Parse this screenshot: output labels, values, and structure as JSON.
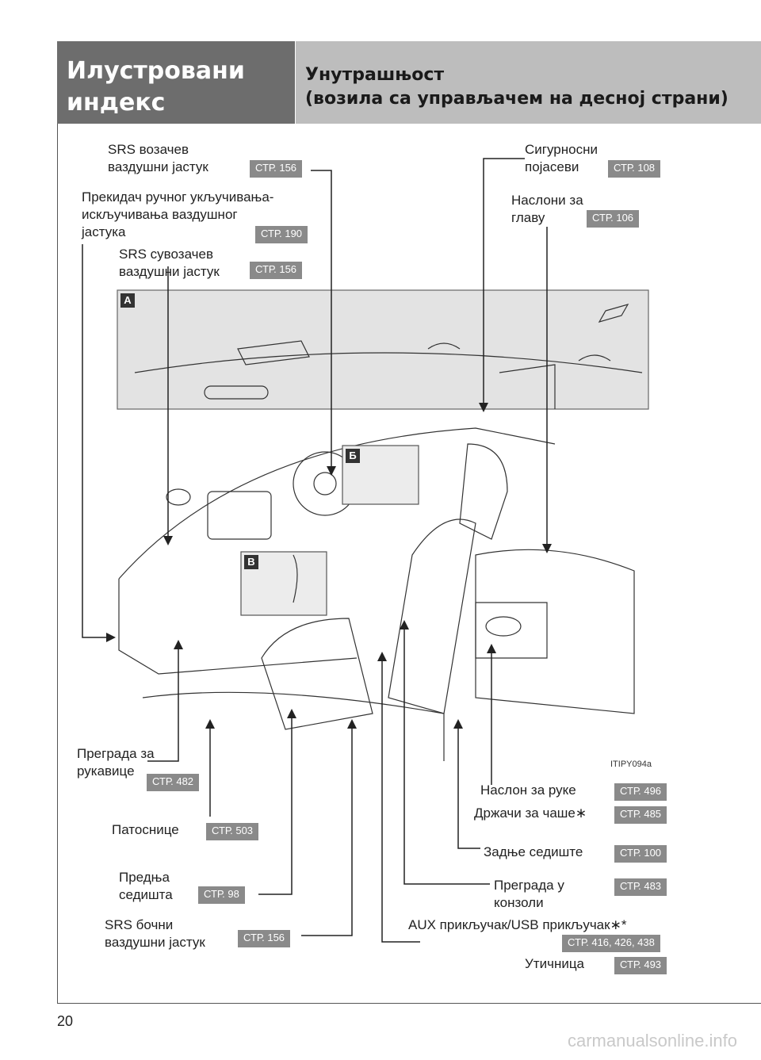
{
  "header": {
    "section_line1": "Илустровани",
    "section_line2": "индекс",
    "title_line1": "Унутрашњост",
    "title_line2": "(возила са управљачем на десној страни)"
  },
  "callouts": {
    "srs_driver": {
      "line1": "SRS возачев",
      "line2": "ваздушни јастук",
      "page": "СТР. 156"
    },
    "airbag_switch": {
      "line1": "Прекидач ручног укључивања-",
      "line2": "искључивања ваздушног",
      "line3": "јастука",
      "page": "СТР. 190"
    },
    "srs_passenger": {
      "line1": "SRS сувозачев",
      "line2": "ваздушни јастук",
      "page": "СТР. 156"
    },
    "seat_belts": {
      "line1": "Сигурносни",
      "line2": "појасеви",
      "page": "СТР. 108"
    },
    "head_restraints": {
      "line1": "Наслони за",
      "line2": "главу",
      "page": "СТР. 106"
    },
    "glove_box": {
      "line1": "Преграда за",
      "line2": "рукавице",
      "page": "СТР. 482"
    },
    "floor_mats": {
      "line1": "Патоснице",
      "page": "СТР. 503"
    },
    "front_seats": {
      "line1": "Предња",
      "line2": "седишта",
      "page": "СТР. 98"
    },
    "srs_side": {
      "line1": "SRS бочни",
      "line2": "ваздушни јастук",
      "page": "СТР. 156"
    },
    "armrest": {
      "line1": "Наслон за руке",
      "page": "СТР. 496"
    },
    "cup_holders": {
      "line1": "Држачи за чаше∗",
      "page": "СТР. 485"
    },
    "rear_seat": {
      "line1": "Задње седиште",
      "page": "СТР. 100"
    },
    "console_box": {
      "line1": "Преграда у",
      "line2": "конзоли",
      "page": "СТР. 483"
    },
    "aux_usb": {
      "line1": "AUX прикључак/USB прикључак∗*",
      "page": "СТР. 416, 426, 438"
    },
    "power_outlet": {
      "line1": "Утичница",
      "page": "СТР. 493"
    }
  },
  "inset_letters": {
    "a": "A",
    "b": "Б",
    "c": "В"
  },
  "illustration_code": "ITIPY094a",
  "page_number": "20",
  "watermark": "carmanualsonline.info"
}
